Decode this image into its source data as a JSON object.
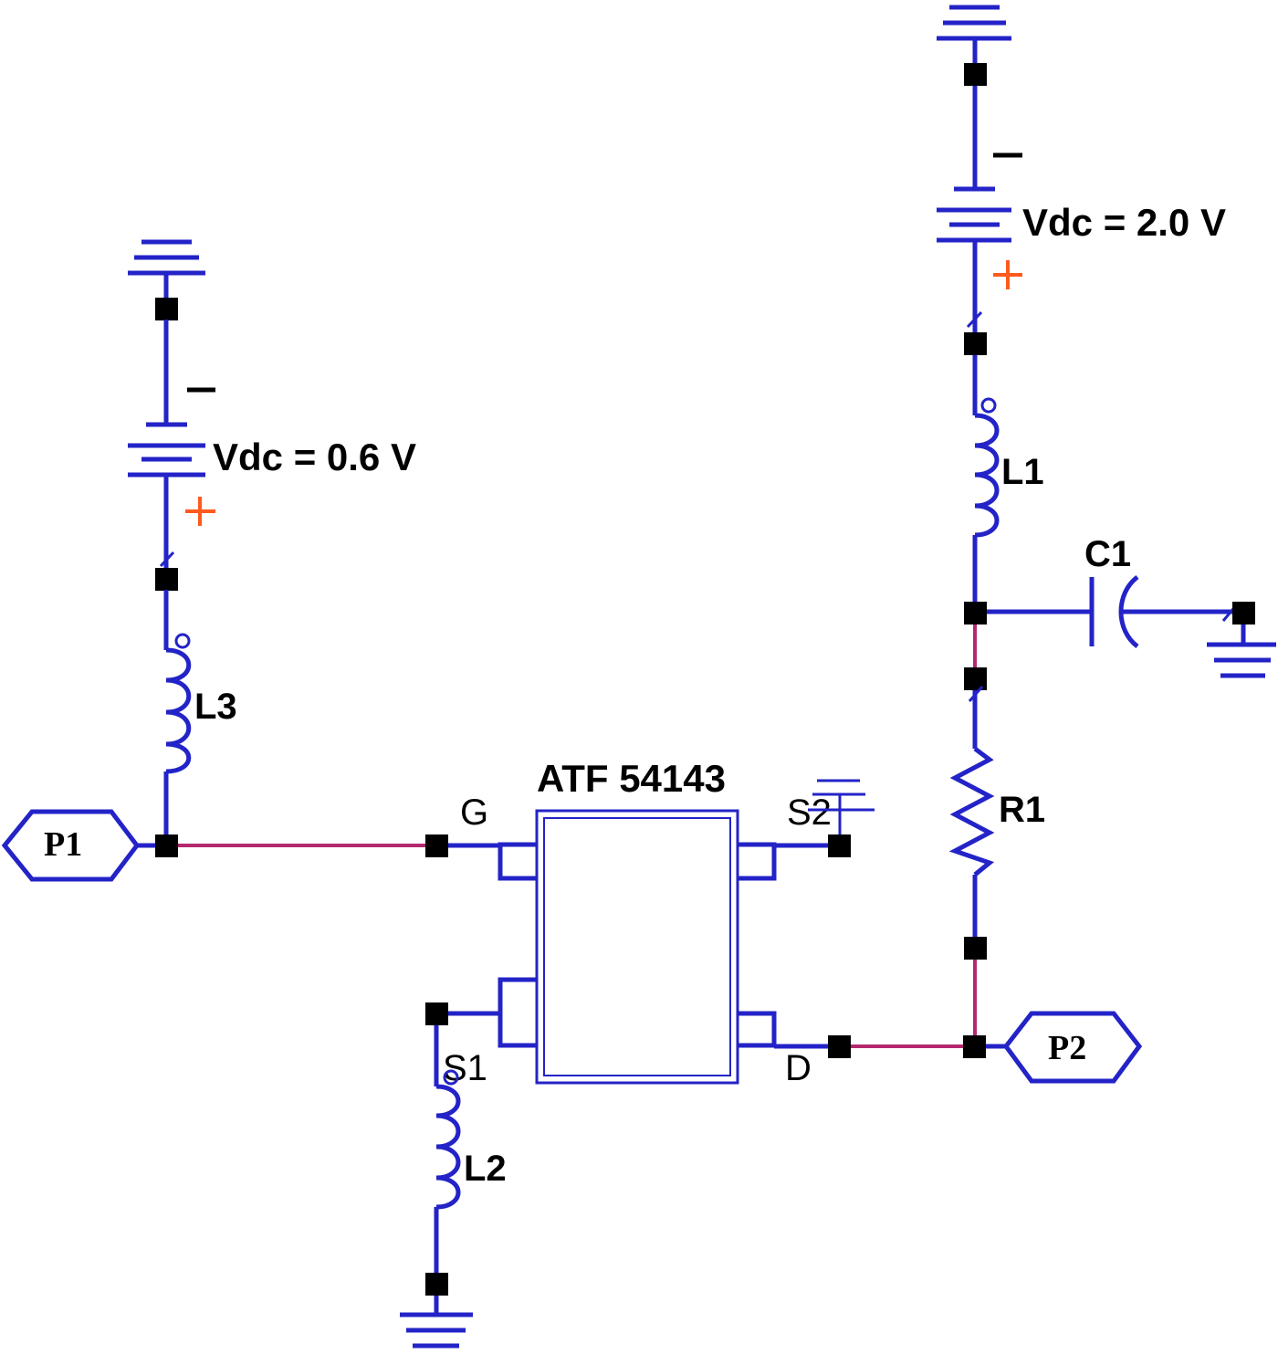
{
  "colors": {
    "wire": "#2323c8",
    "net_highlight": "#b4286e",
    "node": "#000000",
    "plus_sign": "#ff5a1e",
    "background": "#ffffff"
  },
  "transistor": {
    "part": "ATF 54143",
    "pins": {
      "gate": "G",
      "source1": "S1",
      "source2": "S2",
      "drain": "D"
    }
  },
  "sources": {
    "gate_bias": {
      "label": "Vdc = 0.6 V",
      "minus": "–",
      "plus": "+"
    },
    "drain_bias": {
      "label": "Vdc = 2.0 V",
      "minus": "–",
      "plus": "+"
    }
  },
  "components": {
    "L1": "L1",
    "L2": "L2",
    "L3": "L3",
    "C1": "C1",
    "R1": "R1"
  },
  "ports": {
    "input": "P1",
    "output": "P2"
  }
}
